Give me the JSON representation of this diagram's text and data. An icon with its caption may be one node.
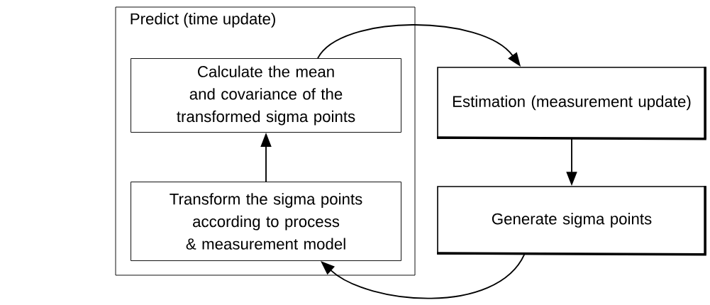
{
  "diagram": {
    "nodes": [
      {
        "text": [
          "Predict (time update)"
        ]
      },
      {
        "text": [
          "Calculate the mean and covariance of the transformed sigma points"
        ],
        "in": 0
      },
      {
        "text": [
          "Transform the sigma points according to process & measurement model"
        ],
        "in": 0
      },
      {
        "text": [
          "Estimation (measurement update)"
        ]
      },
      {
        "text": [
          "Generate sigma points"
        ]
      }
    ],
    "edges": [
      {
        "from": 2,
        "to": 1,
        "arrow": "to"
      },
      {
        "from": 1,
        "to": 3,
        "arrow": "to"
      },
      {
        "from": 3,
        "to": 4,
        "arrow": "to"
      },
      {
        "from": 4,
        "to": 2,
        "arrow": "to"
      }
    ]
  }
}
